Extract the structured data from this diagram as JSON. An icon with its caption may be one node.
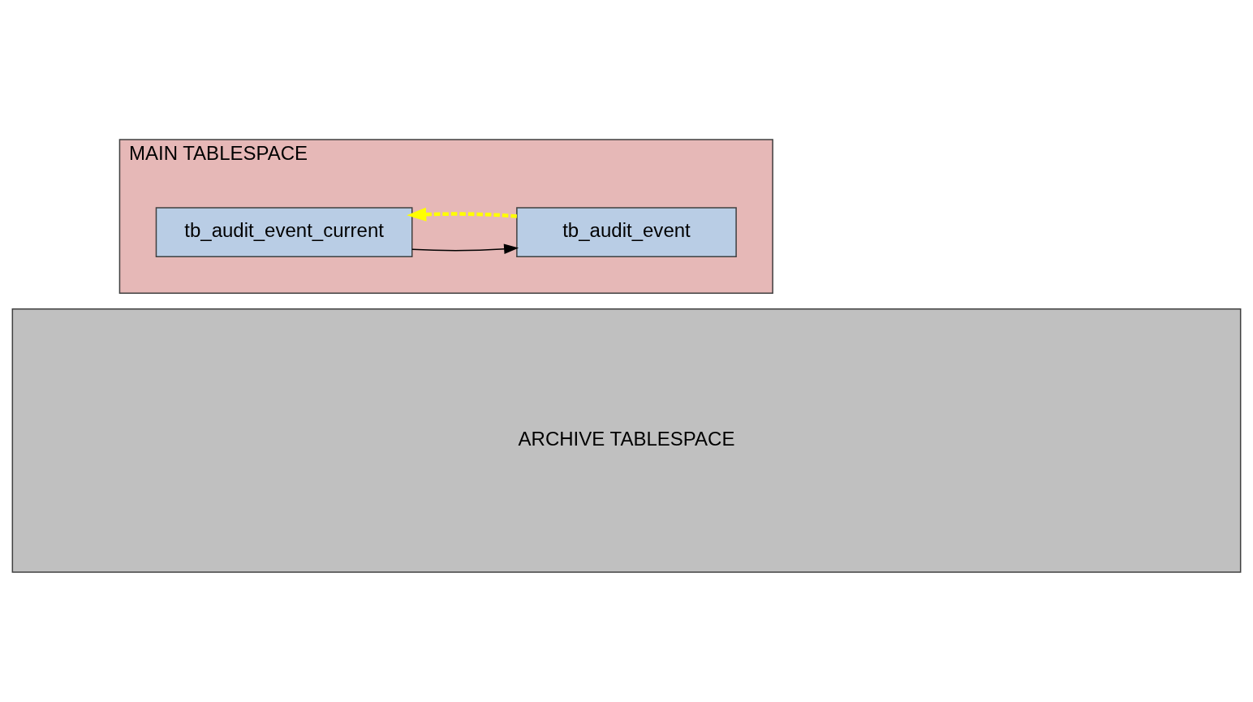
{
  "diagram": {
    "nodes": [
      {
        "text": [
          "MAIN TABLESPACE"
        ]
      },
      {
        "text": [
          "tb_audit_event"
        ],
        "in": 0
      },
      {
        "text": [
          "tb_audit_event_current"
        ],
        "in": 0
      },
      {
        "text": [
          "ARCHIVE TABLESPACE"
        ]
      }
    ],
    "edges": [
      {
        "from": 2,
        "to": 1,
        "arrow": "to"
      },
      {
        "from": 1,
        "to": 2,
        "arrow": "to",
        "style": "dashed",
        "color": "#ffff00"
      }
    ]
  }
}
